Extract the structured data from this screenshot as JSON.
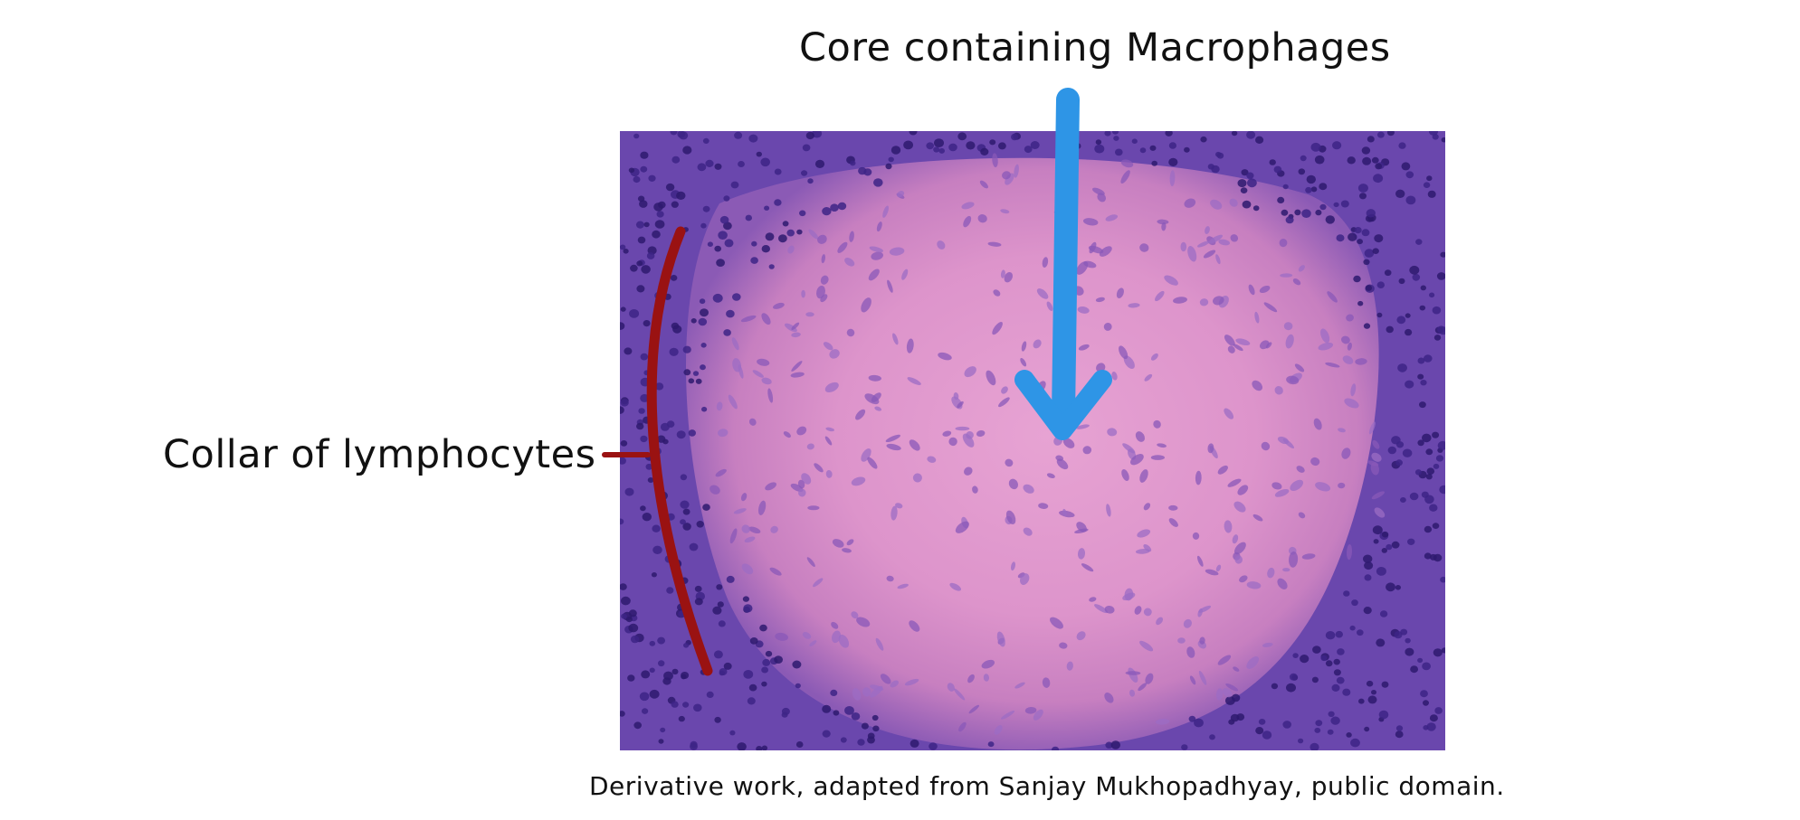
{
  "labels": {
    "core": "Core containing Macrophages",
    "collar": "Collar of lymphocytes"
  },
  "caption": "Derivative work, adapted from Sanjay Mukhopadhyay, public domain.",
  "colors": {
    "arrow": "#2e95e6",
    "bracket": "#9a1212",
    "tissue_pink": "#d98fc6",
    "tissue_purple": "#5d3aa3",
    "text": "#111111"
  },
  "icons": {
    "core_pointer": "down-arrow-icon",
    "collar_marker": "bracket-icon"
  }
}
